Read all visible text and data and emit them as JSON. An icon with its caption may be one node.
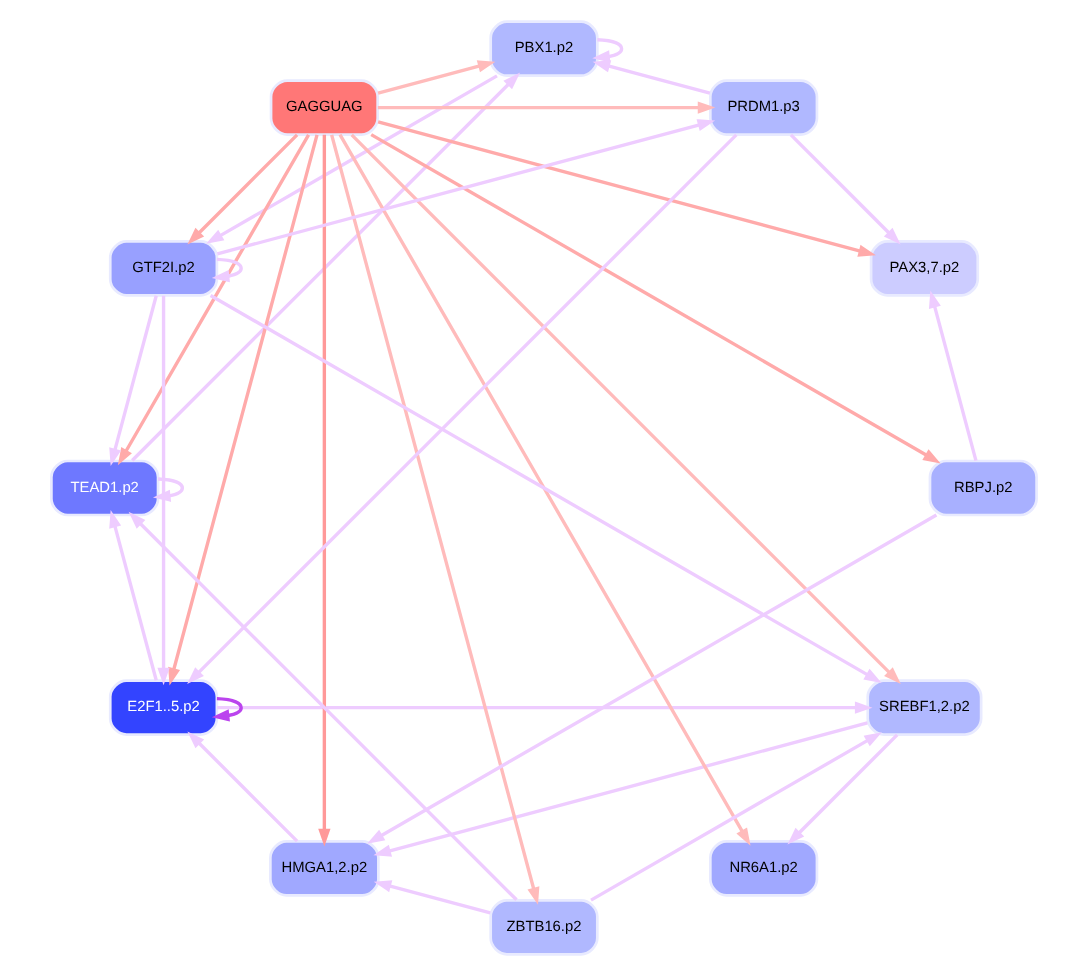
{
  "diagram": {
    "nodes": [
      {
        "text": [
          "SREBF1,2.p2"
        ]
      },
      {
        "text": [
          "PBX1.p2"
        ]
      },
      {
        "text": [
          "TEAD1.p2"
        ]
      },
      {
        "text": [
          "HMGA1,2.p2"
        ]
      },
      {
        "text": [
          "E2F1..5.p2"
        ]
      },
      {
        "text": [
          "NR6A1.p2"
        ]
      },
      {
        "text": [
          "GAGGUAG"
        ]
      },
      {
        "text": [
          "RBPJ.p2"
        ]
      },
      {
        "text": [
          "PAX3,7.p2"
        ]
      },
      {
        "text": [
          "GTF2I.p2"
        ]
      },
      {
        "text": [
          "PRDM1.p3"
        ]
      },
      {
        "text": [
          "ZBTB16.p2"
        ]
      }
    ],
    "edges": [
      {
        "from": 6,
        "to": 5,
        "arrow": "to",
        "color": "#ffbbbb"
      },
      {
        "from": 6,
        "to": 3,
        "arrow": "to",
        "color": "#ff9999"
      },
      {
        "from": 6,
        "to": 1,
        "arrow": "to",
        "color": "#ffbbbb"
      },
      {
        "from": 6,
        "to": 0,
        "arrow": "to",
        "color": "#ffbbbb"
      },
      {
        "from": 6,
        "to": 2,
        "arrow": "to",
        "color": "#ffaaaa"
      },
      {
        "from": 6,
        "to": 4,
        "arrow": "to",
        "color": "#ffaaaa"
      },
      {
        "from": 6,
        "to": 7,
        "arrow": "to",
        "color": "#ffaaaa"
      },
      {
        "from": 6,
        "to": 9,
        "arrow": "to",
        "color": "#ffaaaa"
      },
      {
        "from": 6,
        "to": 11,
        "arrow": "to",
        "color": "#ffbbbb"
      },
      {
        "from": 6,
        "to": 10,
        "arrow": "to",
        "color": "#ffbbbb"
      },
      {
        "from": 6,
        "to": 8,
        "arrow": "to",
        "color": "#ffaaaa"
      },
      {
        "from": 1,
        "to": 1,
        "arrow": "to"
      },
      {
        "from": 2,
        "to": 2,
        "arrow": "to"
      },
      {
        "from": 4,
        "to": 4,
        "arrow": "to",
        "color": "#bb44ee"
      },
      {
        "from": 9,
        "to": 9,
        "arrow": "to"
      },
      {
        "from": 2,
        "to": 1,
        "arrow": "to"
      },
      {
        "from": 0,
        "to": 3,
        "arrow": "to"
      },
      {
        "from": 0,
        "to": 5,
        "arrow": "to"
      },
      {
        "from": 10,
        "to": 1,
        "arrow": "to"
      },
      {
        "from": 1,
        "to": 9,
        "arrow": "to"
      },
      {
        "from": 3,
        "to": 4,
        "arrow": "to"
      },
      {
        "from": 7,
        "to": 3,
        "arrow": "to"
      },
      {
        "from": 11,
        "to": 3,
        "arrow": "to"
      },
      {
        "from": 4,
        "to": 0,
        "arrow": "to"
      },
      {
        "from": 9,
        "to": 0,
        "arrow": "to"
      },
      {
        "from": 11,
        "to": 0,
        "arrow": "to"
      },
      {
        "from": 11,
        "to": 2,
        "arrow": "to"
      },
      {
        "from": 9,
        "to": 2,
        "arrow": "to"
      },
      {
        "from": 4,
        "to": 2,
        "arrow": "to"
      },
      {
        "from": 10,
        "to": 4,
        "arrow": "to"
      },
      {
        "from": 9,
        "to": 4,
        "arrow": "to"
      },
      {
        "from": 7,
        "to": 8,
        "arrow": "to"
      },
      {
        "from": 10,
        "to": 8,
        "arrow": "to"
      },
      {
        "from": 9,
        "to": 10,
        "arrow": "to"
      }
    ]
  }
}
